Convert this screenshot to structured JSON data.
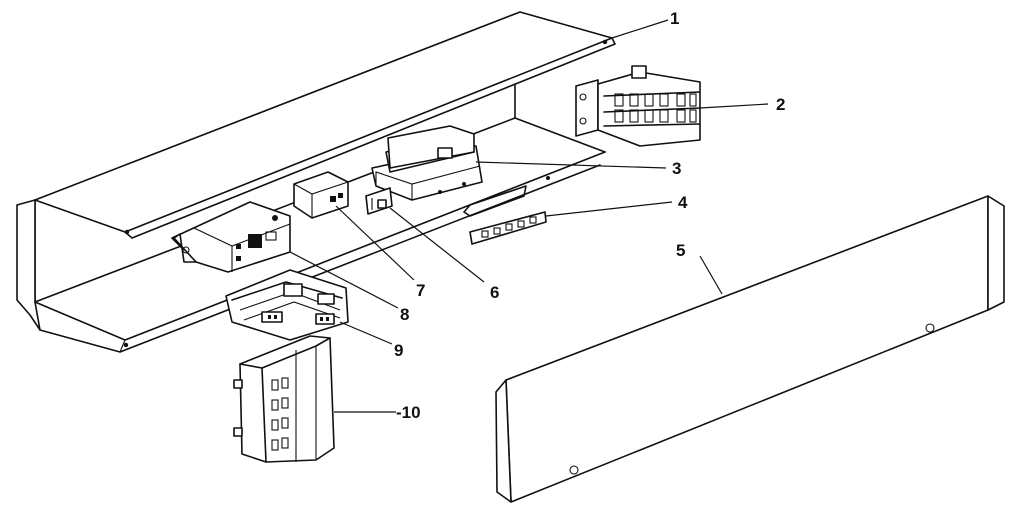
{
  "callouts": {
    "c1": "1",
    "c2": "2",
    "c3": "3",
    "c4": "4",
    "c5": "5",
    "c6": "6",
    "c7": "7",
    "c8": "8",
    "c9": "9",
    "c10": "-10"
  }
}
